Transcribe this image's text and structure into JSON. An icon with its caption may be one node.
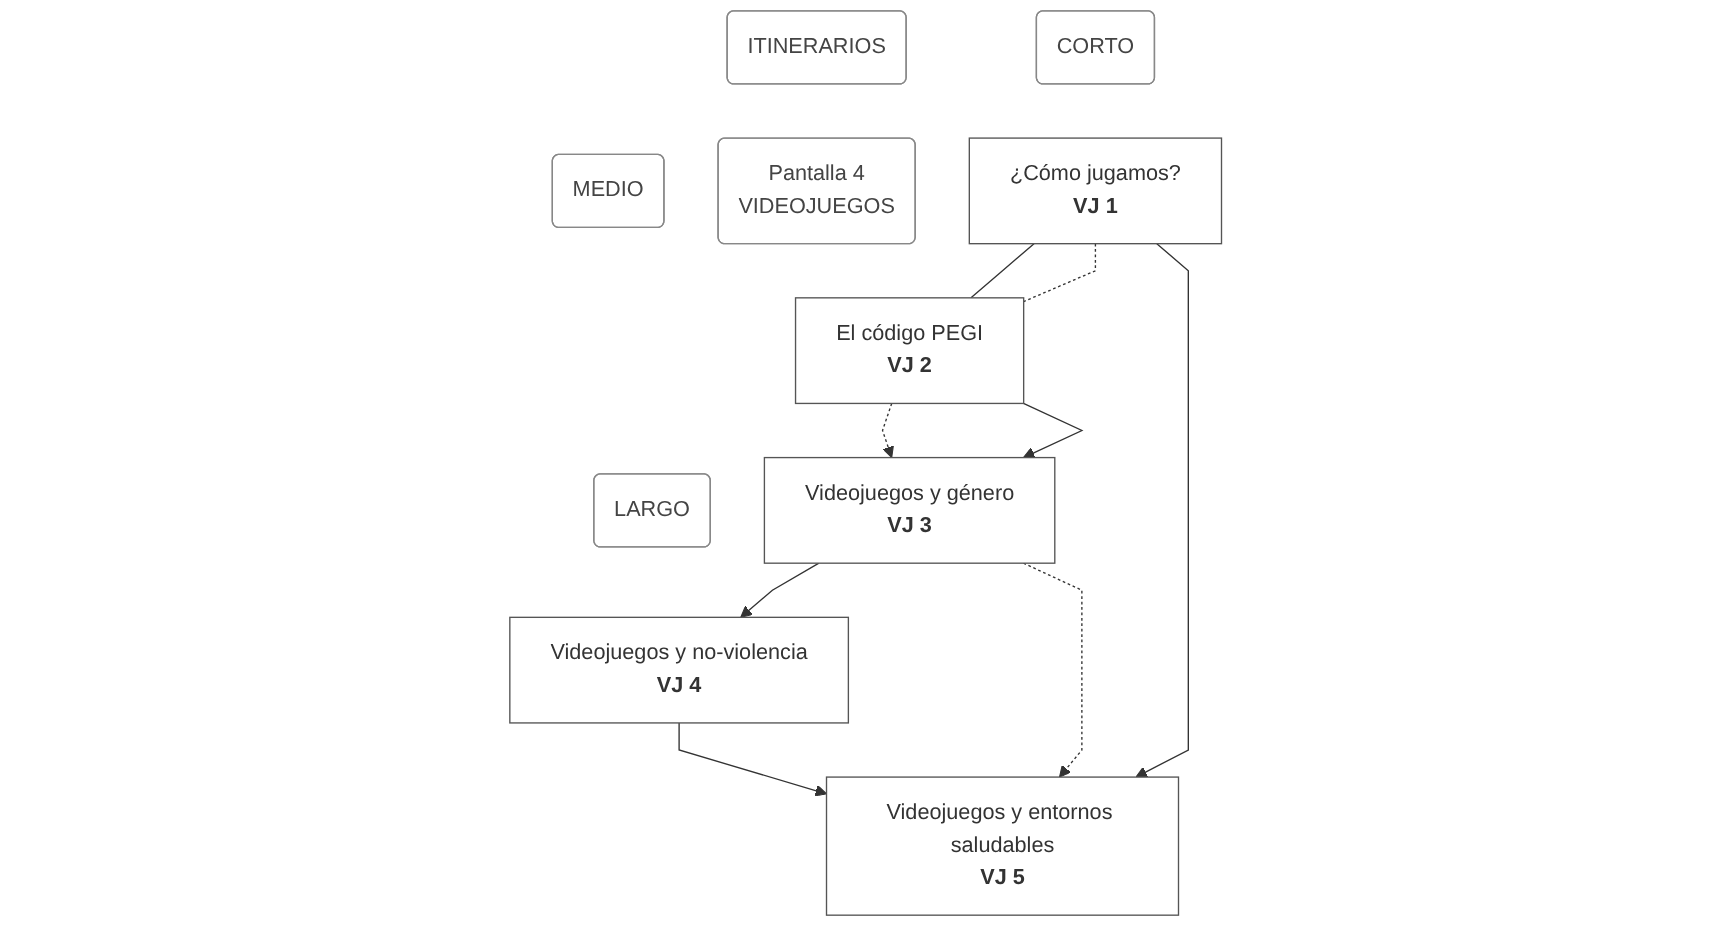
{
  "diagram": {
    "nodes": [
      {
        "text": [
          "ITINERARIOS"
        ]
      },
      {
        "text": [
          "CORTO"
        ]
      },
      {
        "text": [
          "MEDIO"
        ]
      },
      {
        "text": [
          "LARGO"
        ]
      },
      {
        "text": [
          "Pantalla 4",
          "VIDEOJUEGOS"
        ]
      },
      {
        "text": [
          "¿Cómo jugamos?",
          "VJ 1"
        ]
      },
      {
        "text": [
          "El código PEGI",
          "VJ 2"
        ]
      },
      {
        "text": [
          "Videojuegos y género",
          "VJ 3"
        ]
      },
      {
        "text": [
          "Videojuegos y no-violencia",
          "VJ 4"
        ]
      },
      {
        "text": [
          "Videojuegos y entornos saludables",
          "VJ 5"
        ]
      }
    ],
    "edges": [
      {
        "from": 5,
        "to": 6,
        "arrow": "none"
      },
      {
        "from": 5,
        "to": 6,
        "arrow": "none",
        "style": "dashed"
      },
      {
        "from": 6,
        "to": 7,
        "arrow": "to",
        "style": "dashed"
      },
      {
        "from": 6,
        "to": 7,
        "arrow": "to"
      },
      {
        "from": 7,
        "to": 8,
        "arrow": "to"
      },
      {
        "from": 5,
        "to": 9,
        "arrow": "to"
      },
      {
        "from": 7,
        "to": 9,
        "arrow": "to",
        "style": "dashed"
      },
      {
        "from": 8,
        "to": 9,
        "arrow": "to"
      }
    ]
  }
}
